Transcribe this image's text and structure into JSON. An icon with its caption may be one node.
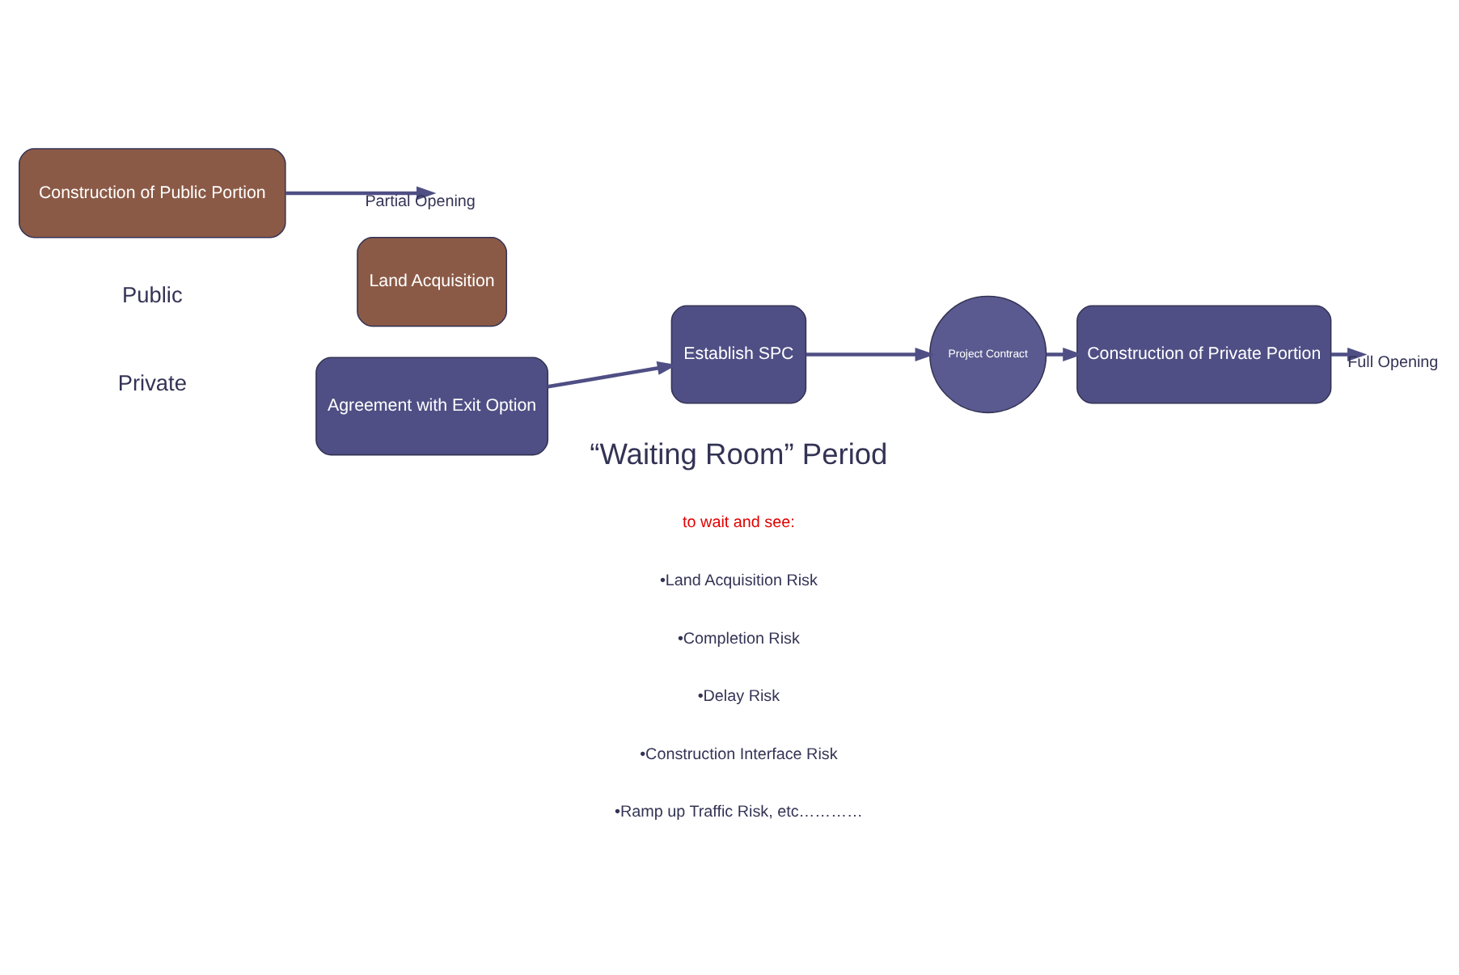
{
  "diagram": {
    "nodes": [
      {
        "text": [
          "Land Acquisition"
        ]
      },
      {
        "text": [
          "Construction of Public Portion"
        ]
      },
      {
        "text": [
          "Agreement with Exit Option"
        ]
      },
      {
        "text": [
          "Establish SPC"
        ]
      },
      {
        "text": [
          "Project Contract"
        ]
      },
      {
        "text": [
          "Construction of Private Portion"
        ]
      }
    ],
    "edges": [
      {
        "from": 1,
        "to": null,
        "arrow": "to",
        "label": "Partial Opening"
      },
      {
        "from": 2,
        "to": 3,
        "arrow": "to"
      },
      {
        "from": 3,
        "to": 4,
        "arrow": "to"
      },
      {
        "from": 4,
        "to": 5,
        "arrow": "to"
      },
      {
        "from": 5,
        "to": null,
        "arrow": "to",
        "label": "Full Opening"
      }
    ],
    "labels": [
      "Public",
      "Private",
      "“Waiting Room” Period",
      "to wait and see:",
      "•Land Acquisition Risk",
      "•Completion Risk",
      "•Delay Risk",
      "•Construction Interface Risk",
      "•Ramp up Traffic Risk, etc…………"
    ]
  }
}
